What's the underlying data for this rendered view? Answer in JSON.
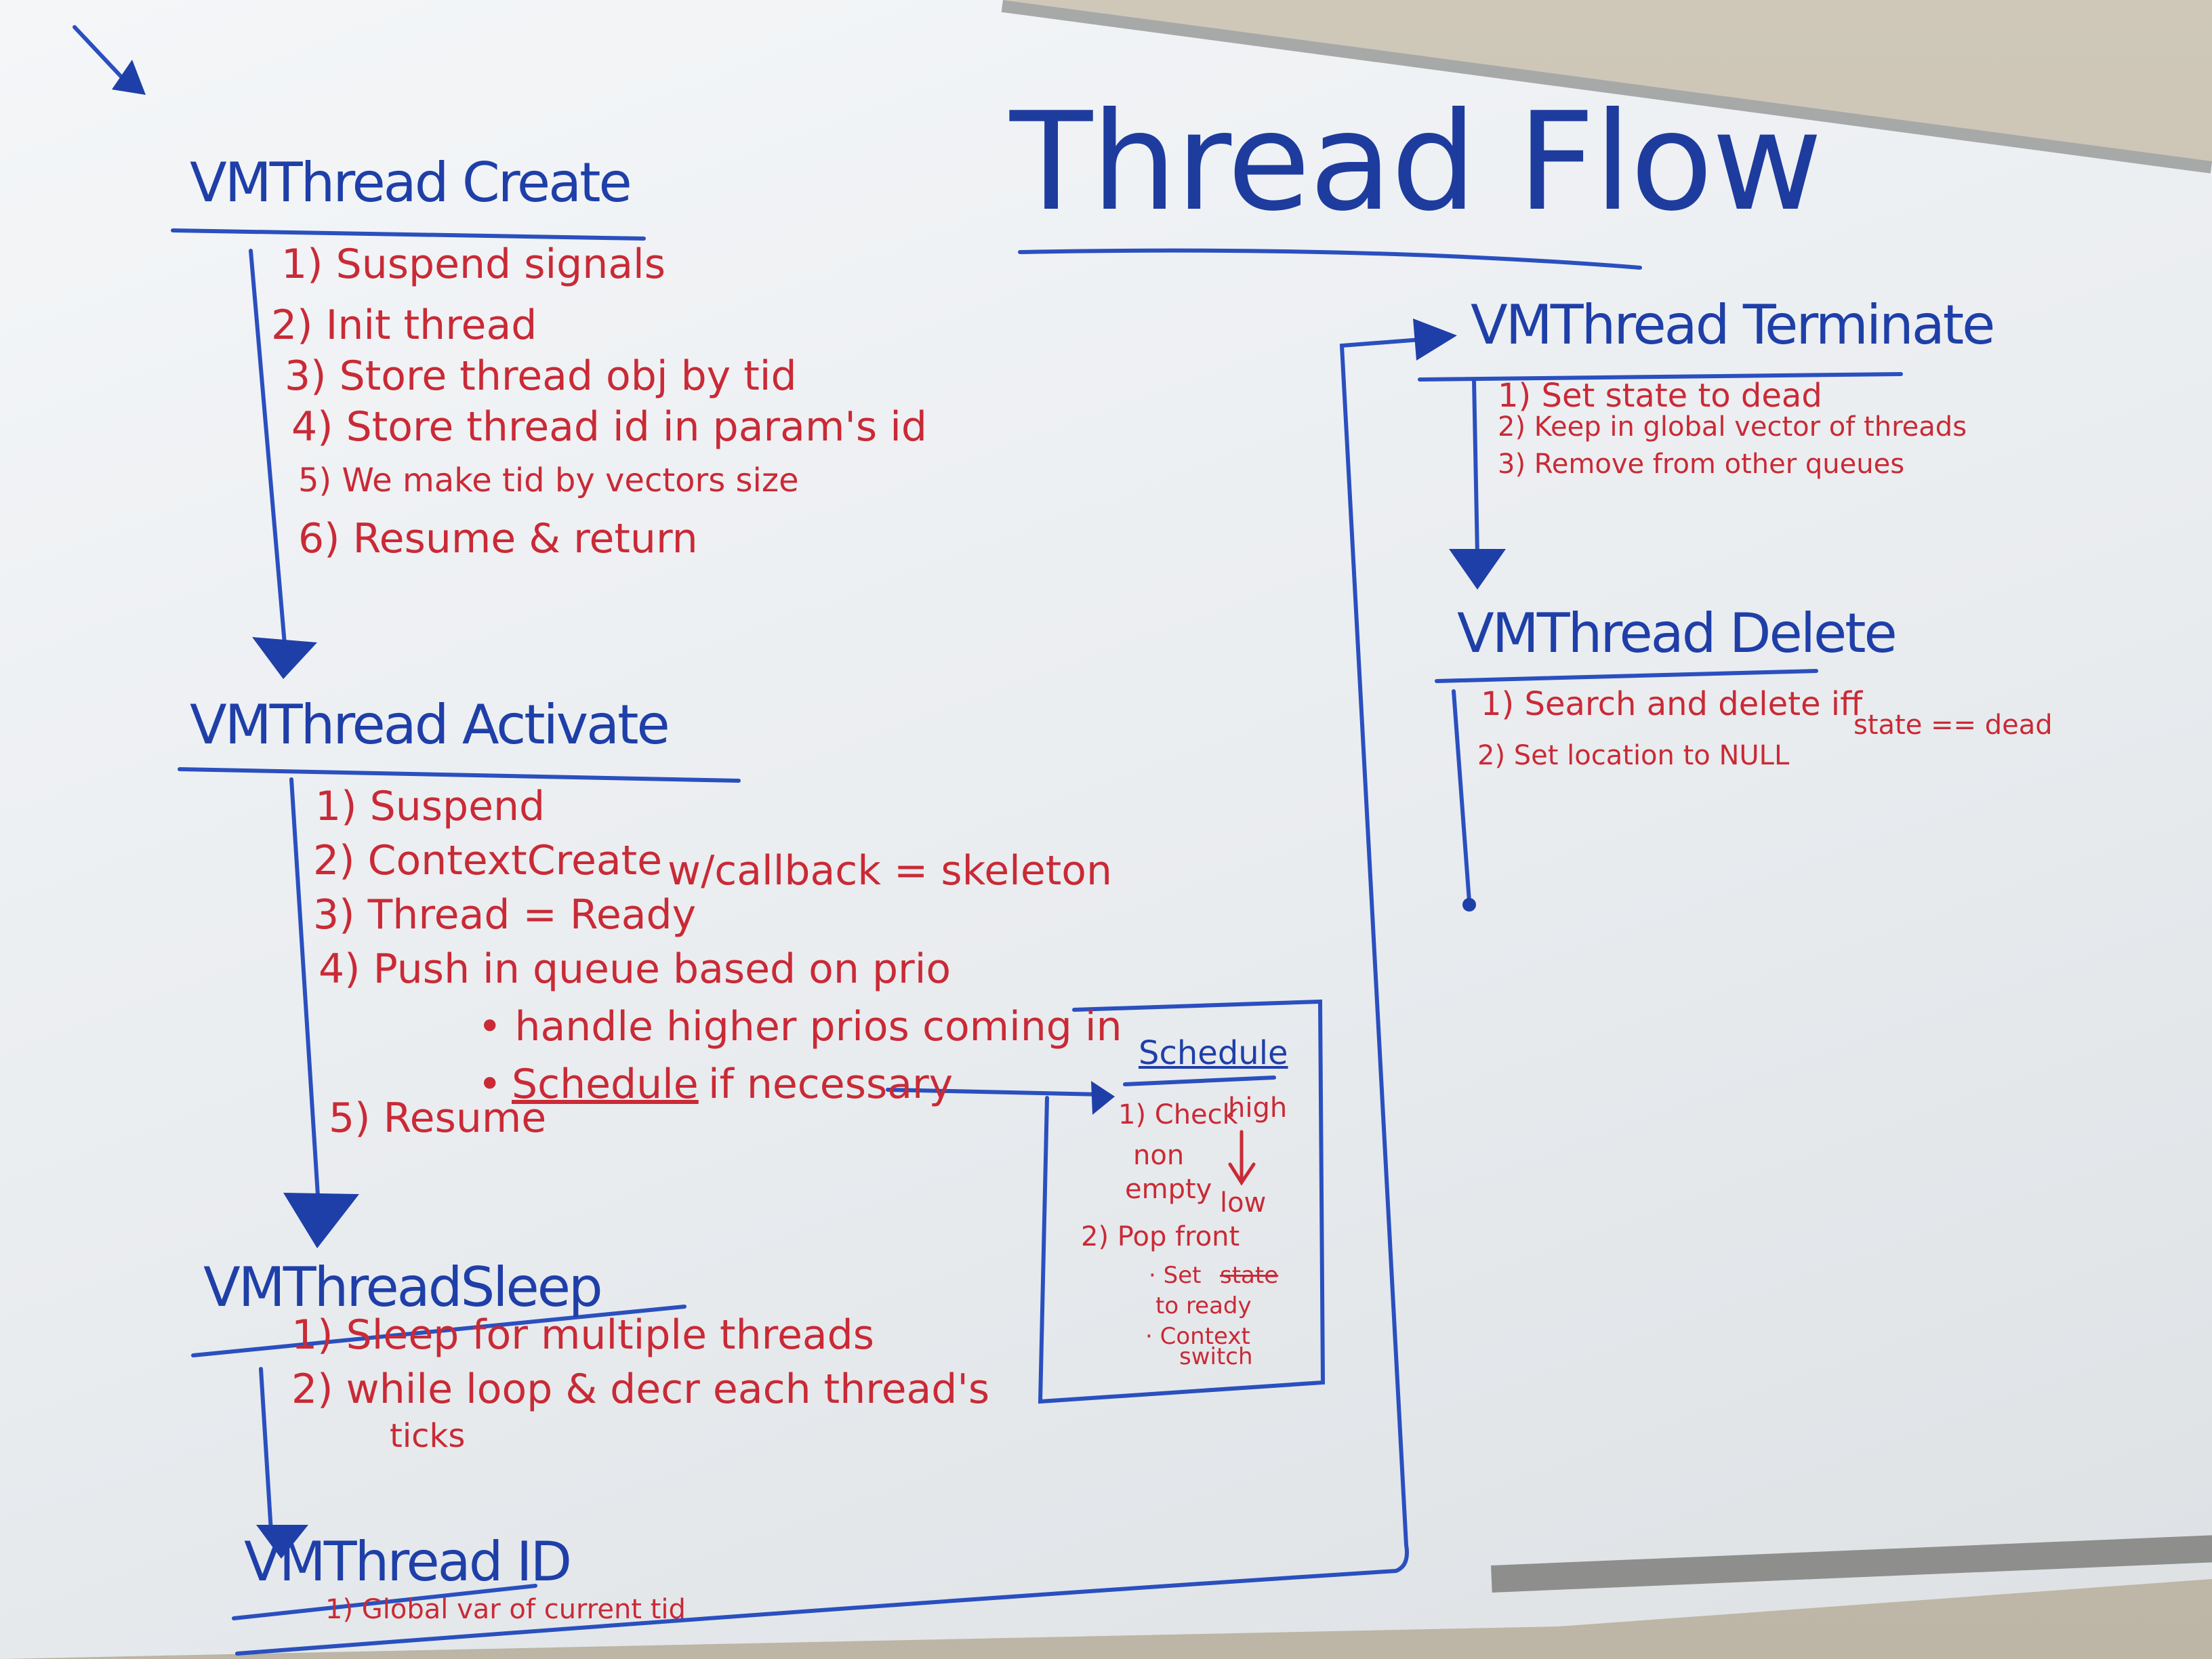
{
  "title": "Thread Flow",
  "colors": {
    "marker_blue": "#1f3fa8",
    "marker_red": "#c92a36",
    "board": "#eef0f2"
  },
  "create": {
    "heading": "VMThread Create",
    "steps": [
      "1) Suspend signals",
      "2) Init thread",
      "3) Store thread obj by tid",
      "4) Store thread id in param's id",
      "5) We make tid by vectors size",
      "6) Resume & return"
    ]
  },
  "activate": {
    "heading": "VMThread Activate",
    "steps": [
      "1) Suspend",
      "2) ContextCreate",
      "w/callback = skeleton",
      "3) Thread = Ready",
      "4) Push in queue based on prio"
    ],
    "bullet1": "• handle higher prios coming in",
    "bullet2_word": "Schedule",
    "bullet2_rest": "if necessary",
    "bullet2_dot": "•",
    "step5": "5) Resume"
  },
  "schedule": {
    "heading": "Schedule",
    "lines": [
      "1) Check",
      "high",
      "non",
      "empty",
      "low",
      "2) Pop front",
      "· Set",
      "state",
      "to ready",
      "· Context",
      "switch"
    ]
  },
  "sleep": {
    "heading": "VMThreadSleep",
    "steps": [
      "1) Sleep for multiple threads",
      "2) while loop & decr each thread's",
      "ticks"
    ]
  },
  "id": {
    "heading": "VMThread ID",
    "steps": [
      "1) Global var of current tid"
    ]
  },
  "terminate": {
    "heading": "VMThread Terminate",
    "steps": [
      "1) Set state to dead",
      "2) Keep in global vector of threads",
      "3) Remove from other queues"
    ]
  },
  "delete": {
    "heading": "VMThread Delete",
    "steps": [
      "1) Search and delete iff",
      "state == dead",
      "2) Set location to NULL"
    ]
  }
}
